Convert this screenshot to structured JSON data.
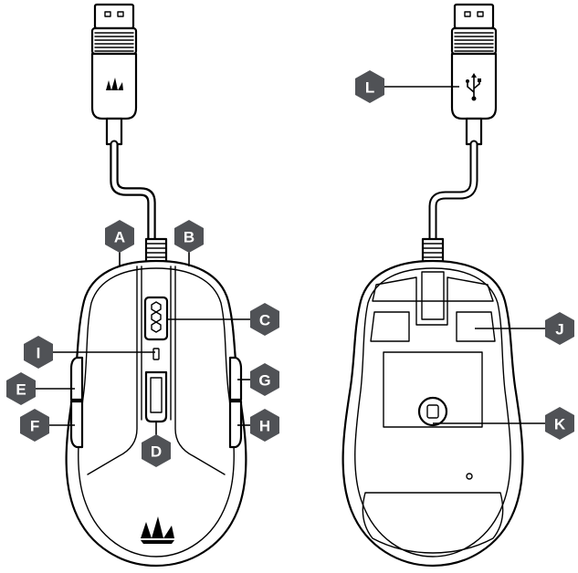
{
  "callouts": [
    {
      "id": "A",
      "label": "A"
    },
    {
      "id": "B",
      "label": "B"
    },
    {
      "id": "C",
      "label": "C"
    },
    {
      "id": "D",
      "label": "D"
    },
    {
      "id": "E",
      "label": "E"
    },
    {
      "id": "F",
      "label": "F"
    },
    {
      "id": "G",
      "label": "G"
    },
    {
      "id": "H",
      "label": "H"
    },
    {
      "id": "I",
      "label": "I"
    },
    {
      "id": "J",
      "label": "J"
    },
    {
      "id": "K",
      "label": "K"
    },
    {
      "id": "L",
      "label": "L"
    }
  ],
  "icons": {
    "logo": "corsair-sails-logo",
    "usb": "usb-symbol-icon"
  },
  "colors": {
    "callout_fill": "#505256",
    "callout_text": "#ffffff",
    "line": "#000000",
    "background": "#ffffff"
  }
}
